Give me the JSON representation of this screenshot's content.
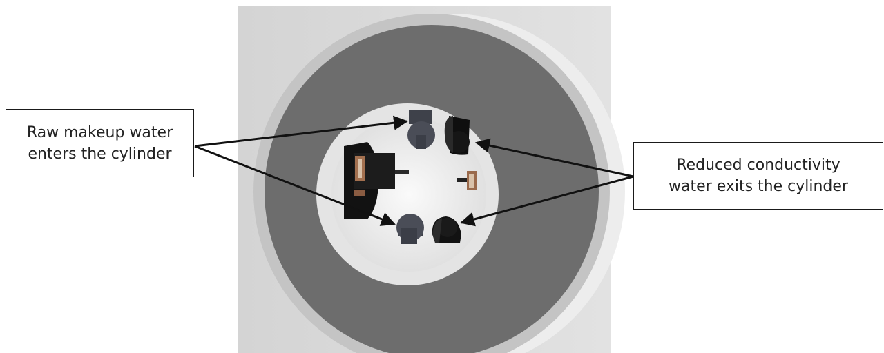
{
  "callouts": {
    "left": {
      "line1": "Raw makeup water",
      "line2": "enters the cylinder"
    },
    "right": {
      "line1": "Reduced conductivity",
      "line2": "water exits the cylinder"
    }
  },
  "colors": {
    "background_panel": "#dcdcdc",
    "outer_ring": "#cfcfcf",
    "cylinder_wall": "#6e6e6e",
    "inner_ring": "#e6e6e6",
    "inner_bore": "#f2f2f2",
    "inlet_fitting": "#4a4d57",
    "outlet_fitting": "#101010",
    "electrode": "#a3704f",
    "arrow": "#111111"
  }
}
